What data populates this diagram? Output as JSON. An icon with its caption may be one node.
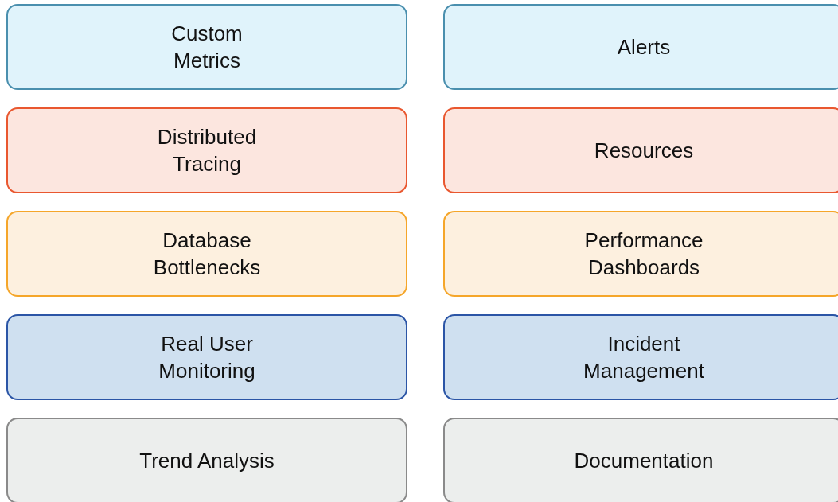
{
  "diagram": {
    "nodes": [
      {
        "text": [
          "Custom Metrics"
        ]
      },
      {
        "text": [
          "Alerts"
        ]
      },
      {
        "text": [
          "Distributed Tracing"
        ]
      },
      {
        "text": [
          "Resources"
        ]
      },
      {
        "text": [
          "Database Bottlenecks"
        ]
      },
      {
        "text": [
          "Performance Dashboards"
        ]
      },
      {
        "text": [
          "Real User Monitoring"
        ]
      },
      {
        "text": [
          "Incident Management"
        ]
      },
      {
        "text": [
          "Trend Analysis"
        ]
      },
      {
        "text": [
          "Documentation"
        ]
      }
    ]
  }
}
